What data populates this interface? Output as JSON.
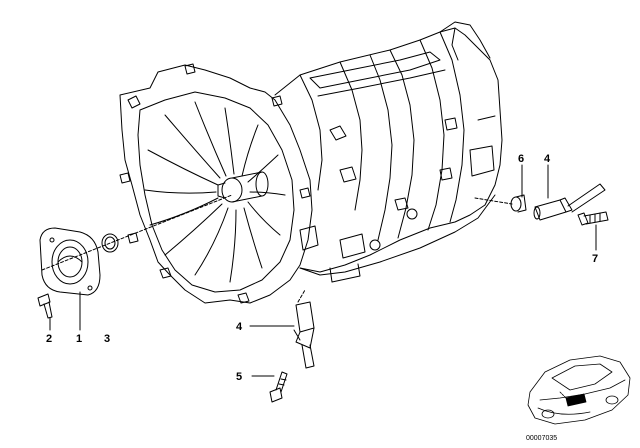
{
  "diagram": {
    "callouts": [
      {
        "id": "c1",
        "label": "1"
      },
      {
        "id": "c2",
        "label": "2"
      },
      {
        "id": "c3",
        "label": "3"
      },
      {
        "id": "c4a",
        "label": "4"
      },
      {
        "id": "c4b",
        "label": "4"
      },
      {
        "id": "c5",
        "label": "5"
      },
      {
        "id": "c6",
        "label": "6"
      },
      {
        "id": "c7",
        "label": "7"
      }
    ],
    "catalog_number": "00007035"
  },
  "colors": {
    "line": "#000000",
    "background": "#ffffff"
  }
}
